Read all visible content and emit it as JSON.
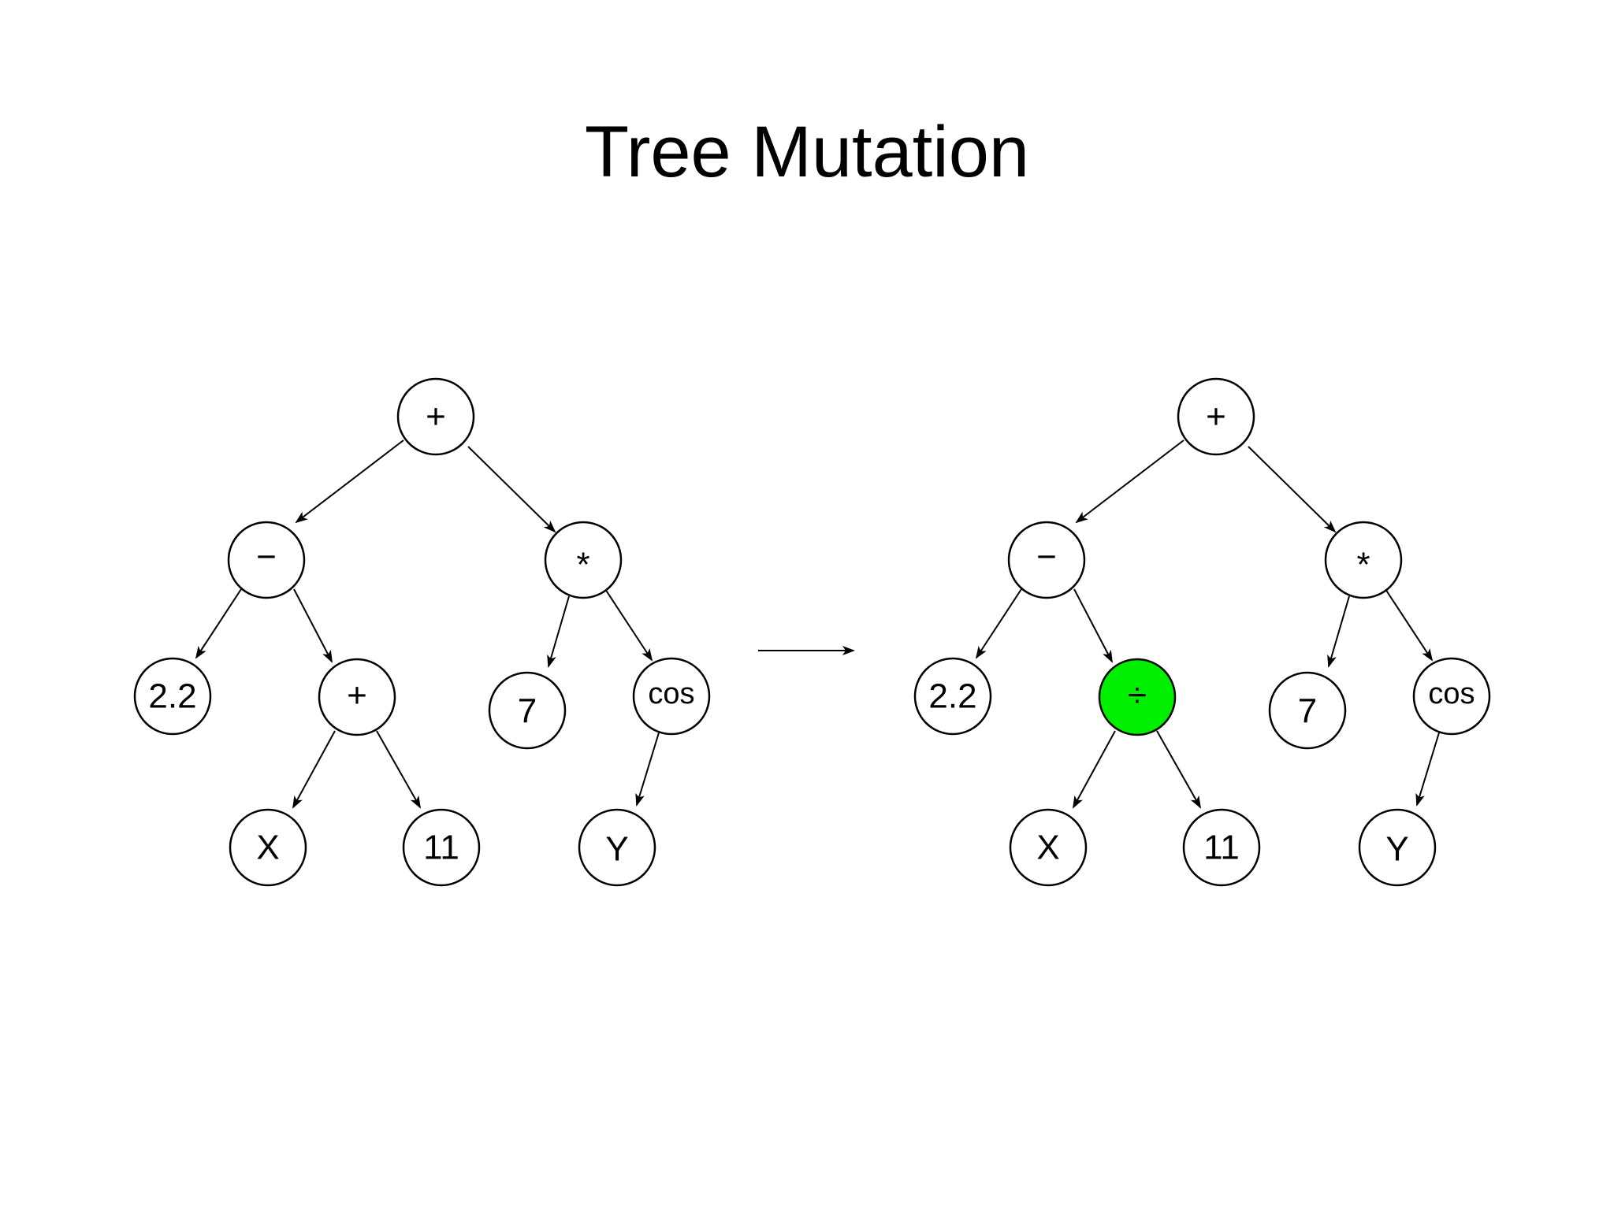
{
  "title": "Tree Mutation",
  "colors": {
    "mutated_fill": "#00ee00"
  },
  "original_tree": {
    "nodes": {
      "root": "+",
      "minus": "−",
      "times": "*",
      "c22": "2.2",
      "plus2": "+",
      "c7": "7",
      "cos": "cos",
      "x": "X",
      "c11": "11",
      "y": "Y"
    }
  },
  "mutated_tree": {
    "nodes": {
      "root": "+",
      "minus": "−",
      "times": "*",
      "c22": "2.2",
      "div": "÷",
      "c7": "7",
      "cos": "cos",
      "x": "X",
      "c11": "11",
      "y": "Y"
    },
    "mutated_node": "div"
  },
  "transition_arrow": "arrow-right-icon"
}
